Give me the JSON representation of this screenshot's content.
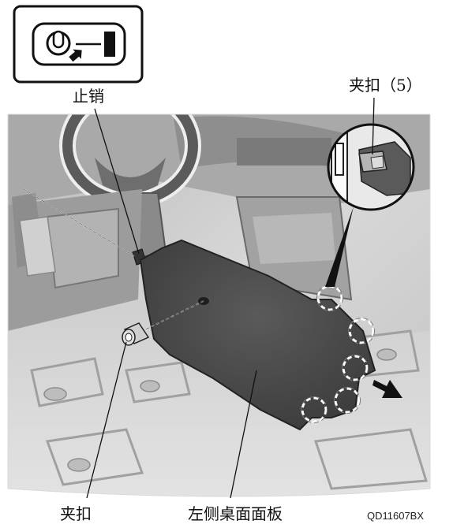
{
  "labels": {
    "latch": "止销",
    "clip_count": "夹扣（5）",
    "clip": "夹扣",
    "panel": "左侧桌面面板",
    "figure_code": "QD11607BX"
  },
  "icons": {
    "inset_tool": "key-fob-unlock-icon",
    "detail": "clip-detail-icon",
    "arrow": "removal-direction-arrow-icon"
  },
  "colors": {
    "panel": "#4a4a4a",
    "dash_circle": "#ffffff",
    "outline": "#111111",
    "photo_base": "#c8c8c8"
  }
}
